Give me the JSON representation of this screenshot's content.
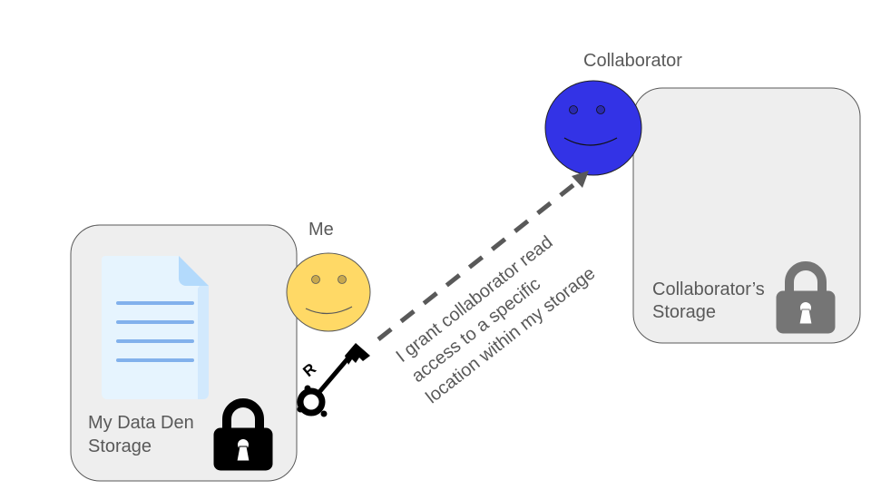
{
  "me": {
    "label": "Me",
    "face_color": "#ffd966"
  },
  "collaborator": {
    "label": "Collaborator",
    "face_color": "#3333e6"
  },
  "my_storage": {
    "label_line1": "My Data Den",
    "label_line2": "Storage",
    "lock_color": "#000000"
  },
  "collaborator_storage": {
    "label_line1": "Collaborator’s",
    "label_line2": "Storage",
    "lock_color": "#757575"
  },
  "key": {
    "label": "R",
    "icon": "key-icon"
  },
  "arrow": {
    "line1": "I grant collaborator read",
    "line2": "access to a specific",
    "line3": "location within my storage",
    "color": "#595959"
  },
  "document": {
    "icon": "document-icon"
  }
}
